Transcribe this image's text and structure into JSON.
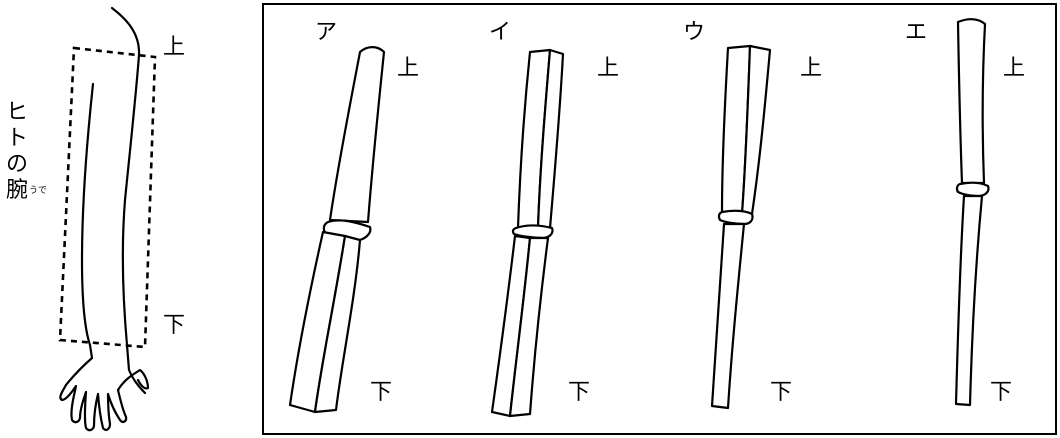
{
  "arm": {
    "label_chars": [
      "ヒ",
      "ト",
      "の",
      "腕"
    ],
    "ruby": "うで",
    "top_label": "上",
    "bottom_label": "下"
  },
  "options": [
    {
      "letter": "ア",
      "top": "上",
      "bottom": "下"
    },
    {
      "letter": "イ",
      "top": "上",
      "bottom": "下"
    },
    {
      "letter": "ウ",
      "top": "上",
      "bottom": "下"
    },
    {
      "letter": "エ",
      "top": "上",
      "bottom": "下"
    }
  ]
}
